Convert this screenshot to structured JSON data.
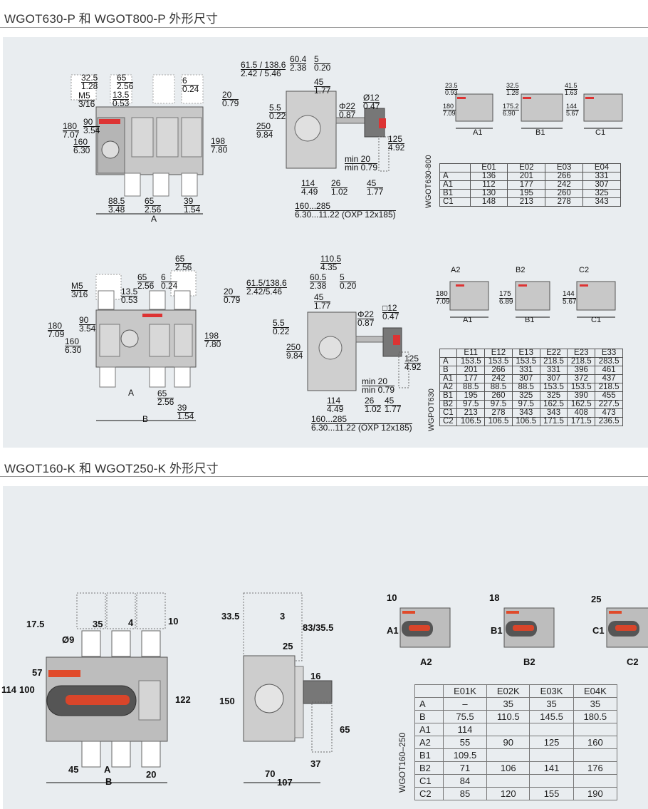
{
  "section1": {
    "title": "WGOT630-P 和 WGOT800-P 外形尺寸",
    "fig1_front_dims": [
      {
        "a": "32.5",
        "b": "1.28"
      },
      {
        "a": "65",
        "b": "2.56"
      },
      {
        "a": "6",
        "b": "0.24"
      },
      {
        "a": "M5",
        "b": "3/16"
      },
      {
        "a": "13.5",
        "b": "0.53"
      },
      {
        "a": "20",
        "b": "0.79"
      },
      {
        "a": "90",
        "b": "3.54"
      },
      {
        "a": "180",
        "b": "7.07"
      },
      {
        "a": "160",
        "b": "6.30"
      },
      {
        "a": "198",
        "b": "7.80"
      },
      {
        "a": "88.5",
        "b": "3.48"
      },
      {
        "a": "65",
        "b": "2.56"
      },
      {
        "a": "39",
        "b": "1.54"
      }
    ],
    "fig1_front_A": "A",
    "fig1_side_dims": [
      {
        "a": "61.5 / 138.6",
        "b": "2.42 / 5.46"
      },
      {
        "a": "60.4",
        "b": "2.38"
      },
      {
        "a": "5",
        "b": "0.20"
      },
      {
        "a": "45",
        "b": "1.77"
      },
      {
        "a": "5.5",
        "b": "0.22"
      },
      {
        "a": "Φ22",
        "b": "0.87"
      },
      {
        "a": "Ø12",
        "b": "0.47"
      },
      {
        "a": "250",
        "b": "9.84"
      },
      {
        "a": "125",
        "b": "4.92"
      },
      {
        "a": "min 20",
        "b": "min 0.79"
      },
      {
        "a": "114",
        "b": "4.49"
      },
      {
        "a": "26",
        "b": "1.02"
      },
      {
        "a": "45",
        "b": "1.77"
      },
      {
        "a": "160...285",
        "b": "6.30...11.22 (OXP 12x185)"
      }
    ],
    "fig1_small_dims": [
      {
        "a": "23.5",
        "b": "0.93"
      },
      {
        "a": "180",
        "b": "7.09"
      },
      {
        "a": "32.5",
        "b": "1.28"
      },
      {
        "a": "175.2",
        "b": "6.90"
      },
      {
        "a": "41.5",
        "b": "1.63"
      },
      {
        "a": "144",
        "b": "5.67"
      }
    ],
    "fig1_small_labels": [
      "A1",
      "B1",
      "C1"
    ],
    "table1": {
      "side_label": "WGOT630-800",
      "headers": [
        "",
        "E01",
        "E02",
        "E03",
        "E04"
      ],
      "rows": [
        [
          "A",
          "136",
          "201",
          "266",
          "331"
        ],
        [
          "A1",
          "112",
          "177",
          "242",
          "307"
        ],
        [
          "B1",
          "130",
          "195",
          "260",
          "325"
        ],
        [
          "C1",
          "148",
          "213",
          "278",
          "343"
        ]
      ]
    },
    "fig2_front_dims": [
      {
        "a": "65",
        "b": "2.56"
      },
      {
        "a": "65",
        "b": "2.56"
      },
      {
        "a": "6",
        "b": "0.24"
      },
      {
        "a": "M5",
        "b": "3/16"
      },
      {
        "a": "13.5",
        "b": "0.53"
      },
      {
        "a": "20",
        "b": "0.79"
      },
      {
        "a": "90",
        "b": "3.54"
      },
      {
        "a": "180",
        "b": "7.09"
      },
      {
        "a": "160",
        "b": "6.30"
      },
      {
        "a": "198",
        "b": "7.80"
      },
      {
        "a": "65",
        "b": "2.56"
      },
      {
        "a": "39",
        "b": "1.54"
      }
    ],
    "fig2_front_labels": [
      "A",
      "B"
    ],
    "fig2_side_dims": [
      {
        "a": "110.5",
        "b": "4.35"
      },
      {
        "a": "61.5/138.6",
        "b": "2.42/5.46"
      },
      {
        "a": "60.5",
        "b": "2.38"
      },
      {
        "a": "5",
        "b": "0.20"
      },
      {
        "a": "45",
        "b": "1.77"
      },
      {
        "a": "5.5",
        "b": "0.22"
      },
      {
        "a": "Φ22",
        "b": "0.87"
      },
      {
        "a": "□12",
        "b": "0.47"
      },
      {
        "a": "250",
        "b": "9.84"
      },
      {
        "a": "125",
        "b": "4.92"
      },
      {
        "a": "min 20",
        "b": "min 0.79"
      },
      {
        "a": "114",
        "b": "4.49"
      },
      {
        "a": "26",
        "b": "1.02"
      },
      {
        "a": "45",
        "b": "1.77"
      },
      {
        "a": "160...285",
        "b": "6.30...11.22 (OXP 12x185)"
      }
    ],
    "fig2_small_dims": [
      {
        "a": "180",
        "b": "7.09"
      },
      {
        "a": "175",
        "b": "6.89"
      },
      {
        "a": "144",
        "b": "5.67"
      }
    ],
    "fig2_small_labels": [
      "A2",
      "A1",
      "B2",
      "B1",
      "C2",
      "C1"
    ],
    "table2": {
      "side_label": "WGPOT630",
      "headers": [
        "",
        "E11",
        "E12",
        "E13",
        "E22",
        "E23",
        "E33"
      ],
      "rows": [
        [
          "A",
          "153.5",
          "153.5",
          "153.5",
          "218.5",
          "218.5",
          "283.5"
        ],
        [
          "B",
          "201",
          "266",
          "331",
          "331",
          "396",
          "461"
        ],
        [
          "A1",
          "177",
          "242",
          "307",
          "307",
          "372",
          "437"
        ],
        [
          "A2",
          "88.5",
          "88.5",
          "88.5",
          "153.5",
          "153.5",
          "218.5"
        ],
        [
          "B1",
          "195",
          "260",
          "325",
          "325",
          "390",
          "455"
        ],
        [
          "B2",
          "97.5",
          "97.5",
          "97.5",
          "162.5",
          "162.5",
          "227.5"
        ],
        [
          "C1",
          "213",
          "278",
          "343",
          "343",
          "408",
          "473"
        ],
        [
          "C2",
          "106.5",
          "106.5",
          "106.5",
          "171.5",
          "171.5",
          "236.5"
        ]
      ]
    }
  },
  "section2": {
    "title": "WGOT160-K 和 WGOT250-K 外形尺寸",
    "front_dims": [
      "17.5",
      "35",
      "4",
      "10",
      "Ø9",
      "57",
      "114",
      "100",
      "122",
      "45",
      "A",
      "20",
      "B"
    ],
    "side_dims": [
      "33.5",
      "3",
      "83/35.5",
      "25",
      "150",
      "16",
      "65",
      "70",
      "37",
      "107"
    ],
    "small": [
      {
        "dim": "10",
        "lbl": "A1",
        "bottom": "A2"
      },
      {
        "dim": "18",
        "lbl": "B1",
        "bottom": "B2"
      },
      {
        "dim": "25",
        "lbl": "C1",
        "bottom": "C2"
      }
    ],
    "table": {
      "side_label": "WGOT160–250",
      "headers": [
        "",
        "E01K",
        "E02K",
        "E03K",
        "E04K"
      ],
      "rows": [
        [
          "A",
          "–",
          "35",
          "35",
          "35"
        ],
        [
          "B",
          "75.5",
          "110.5",
          "145.5",
          "180.5"
        ],
        [
          "A1",
          "114",
          "",
          "",
          ""
        ],
        [
          "A2",
          "55",
          "90",
          "125",
          "160"
        ],
        [
          "B1",
          "109.5",
          "",
          "",
          ""
        ],
        [
          "B2",
          "71",
          "106",
          "141",
          "176"
        ],
        [
          "C1",
          "84",
          "",
          "",
          ""
        ],
        [
          "C2",
          "85",
          "120",
          "155",
          "190"
        ]
      ]
    }
  }
}
